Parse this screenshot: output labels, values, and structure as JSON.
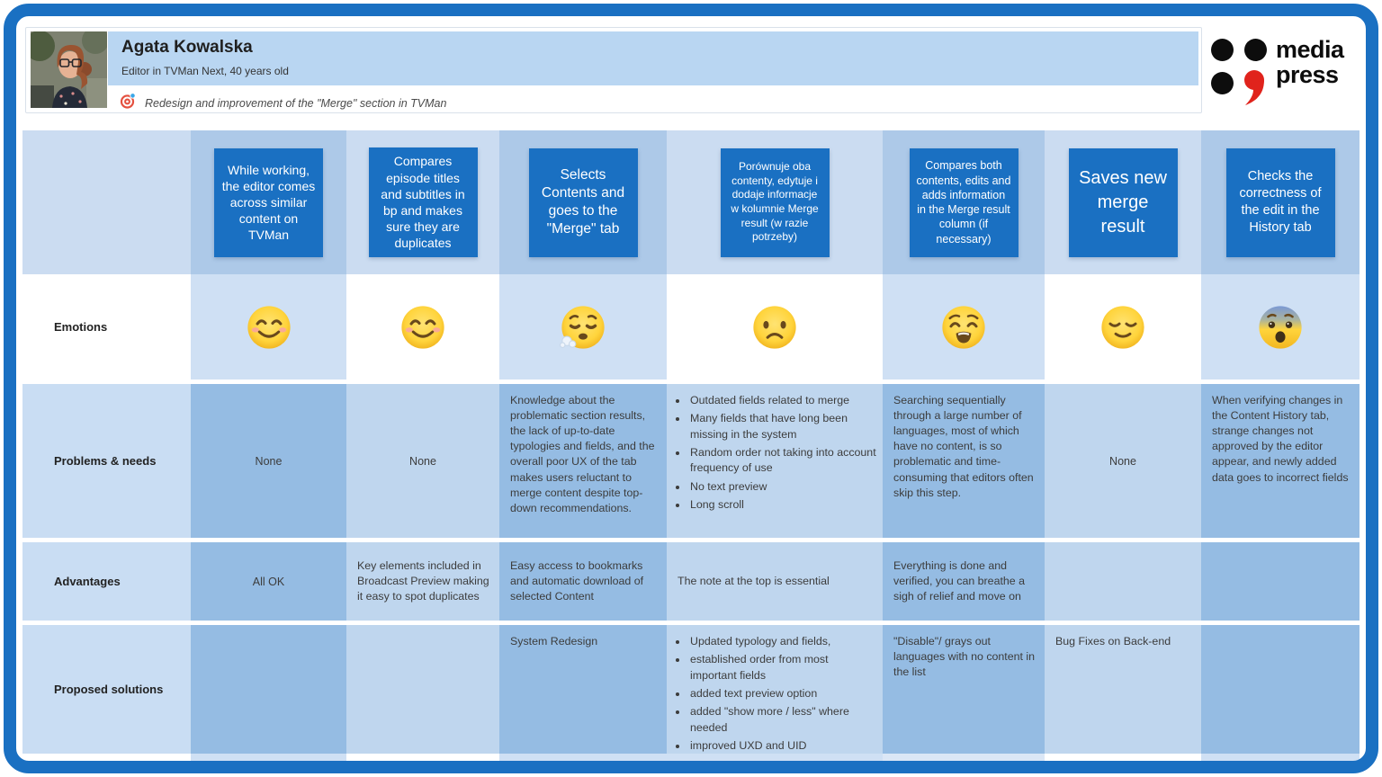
{
  "persona": {
    "name": "Agata Kowalska",
    "role": "Editor in TVMan Next, 40 years old",
    "goal": "Redesign and improvement of the \"Merge\" section in TVMan"
  },
  "logo": {
    "line1": "media",
    "line2": "press"
  },
  "journey": {
    "row_labels": {
      "emotions": "Emotions",
      "problems": "Problems & needs",
      "advantages": "Advantages",
      "solutions": "Proposed solutions"
    },
    "steps": [
      "While working, the editor comes across similar content on TVMan",
      "Compares episode titles and subtitles in bp and makes sure they are duplicates",
      "Selects Contents and goes to the \"Merge\" tab",
      "Porównuje oba contenty, edytuje i dodaje informacje w kolumnie Merge result (w razie potrzeby)",
      "Compares both contents, edits and adds information in the Merge result column (if necessary)",
      "Saves new merge result",
      "Checks the correctness of the edit in the History tab"
    ],
    "emotions_icons": [
      "smiling-face-with-smiling-eyes",
      "smiling-face-with-smiling-eyes",
      "face-exhaling",
      "slightly-frowning-face",
      "weary-face",
      "relieved-face",
      "fearful-face"
    ],
    "problems": {
      "c1": "None",
      "c2": "None",
      "c3": "Knowledge about the problematic section results, the lack of up-to-date typologies and fields, and the overall poor UX of the tab makes users reluctant to merge content despite top-down recommendations.",
      "c4_bullets": [
        "Outdated fields related to merge",
        "Many fields that have long been missing in the system",
        "Random order not taking into account frequency of use",
        "No text preview",
        "Long scroll"
      ],
      "c5": "Searching sequentially through a large number of languages, most of which have no content, is so problematic and time-consuming that editors often skip this step.",
      "c6": "None",
      "c7": "When verifying changes in the Content History tab, strange changes not approved by the editor appear, and newly added data goes to incorrect fields"
    },
    "advantages": {
      "c1": "All OK",
      "c2": "Key elements included in Broadcast Preview making it easy to spot duplicates",
      "c3": "Easy access to bookmarks and automatic download of selected Content",
      "c4": "The note at the top is essential",
      "c5": "Everything is done and verified, you can breathe a sigh of relief and move on"
    },
    "solutions": {
      "c3": "System Redesign",
      "c4_bullets": [
        "Updated typology and fields,",
        "established order from most important fields",
        "added text preview option",
        "added \"show more / less\" where needed",
        "improved UXD and UID"
      ],
      "c5": "\"Disable\"/ grays out languages with no content in the list",
      "c6": "Bug Fixes on Back-end"
    }
  },
  "colors": {
    "accent_blue": "#1a70c2",
    "band_dark": "#95bce3",
    "band_medium": "#bfd6ee",
    "band_light": "#cfe0f4",
    "header_odd": "#adc9e8",
    "header_even": "#cbdcf1",
    "logo_red": "#e0231c",
    "target_red": "#e4503f"
  }
}
